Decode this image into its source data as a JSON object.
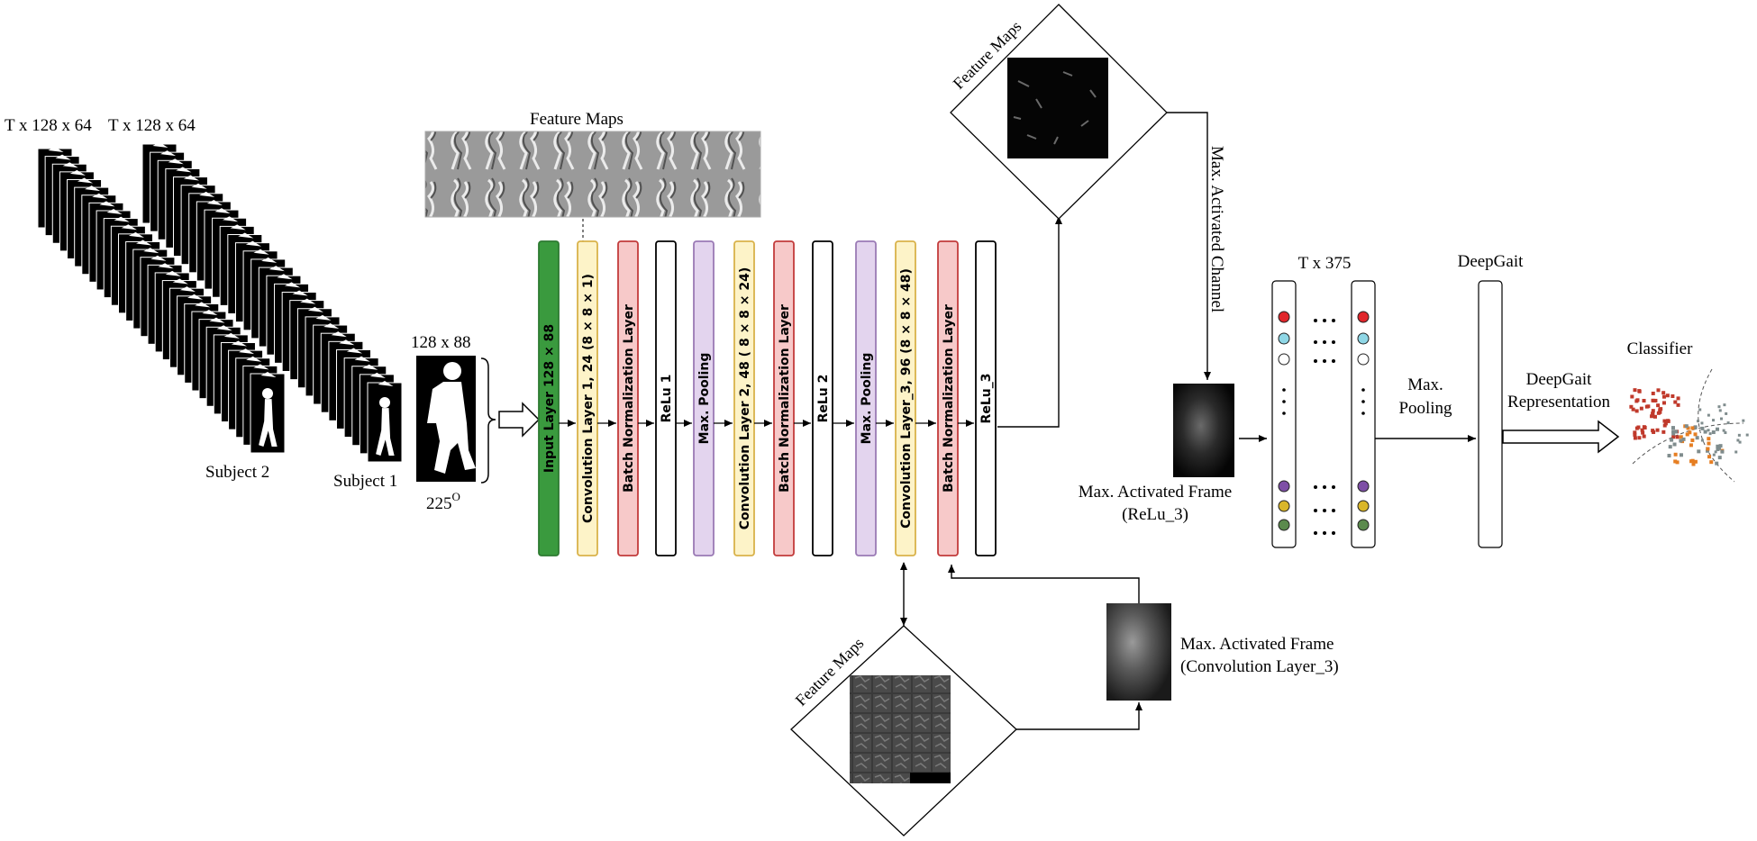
{
  "labels": {
    "t1": "T x 128 x 64",
    "t2": "T x 128 x 64",
    "subject2": "Subject 2",
    "subject1": "Subject 1",
    "input_size": "128 x 88",
    "angle": "225",
    "angle_sup": "O",
    "feature_maps_top": "Feature Maps",
    "feature_maps_diamond_top": "Feature Maps",
    "feature_maps_diamond_bottom": "Feature Maps",
    "max_activated_channel": "Max. Activated Channel",
    "max_activated_frame_relu": "Max. Activated Frame",
    "max_activated_frame_relu_sub": "(ReLu_3)",
    "max_activated_frame_conv": "Max. Activated Frame",
    "max_activated_frame_conv_sub": "(Convolution Layer_3)",
    "t375": "T x 375",
    "max_pooling_1": "Max.",
    "max_pooling_2": "Pooling",
    "deepgait": "DeepGait",
    "deepgait_rep_1": "DeepGait",
    "deepgait_rep_2": "Representation",
    "classifier": "Classifier"
  },
  "layers": [
    {
      "label": "Input Layer 128 × 88",
      "fill": "#3a9a3e",
      "stroke": "#2d7a31"
    },
    {
      "label": "Convolution Layer 1,  24  (8 × 8 × 1)",
      "fill": "#fdf3c8",
      "stroke": "#d9b24a"
    },
    {
      "label": "Batch Normalization Layer",
      "fill": "#f7c9c9",
      "stroke": "#c23b3b"
    },
    {
      "label": "ReLu 1",
      "fill": "#ffffff",
      "stroke": "#000000"
    },
    {
      "label": "Max. Pooling",
      "fill": "#e3d4ee",
      "stroke": "#9a7ab5"
    },
    {
      "label": "Convolution Layer 2,  48  ( 8 × 8 × 24)",
      "fill": "#fdf3c8",
      "stroke": "#d9b24a"
    },
    {
      "label": "Batch Normalization Layer",
      "fill": "#f7c9c9",
      "stroke": "#c23b3b"
    },
    {
      "label": "ReLu 2",
      "fill": "#ffffff",
      "stroke": "#000000"
    },
    {
      "label": "Max. Pooling",
      "fill": "#e3d4ee",
      "stroke": "#9a7ab5"
    },
    {
      "label": "Convolution Layer_3,  96  (8 × 8 × 48)",
      "fill": "#fdf3c8",
      "stroke": "#d9b24a"
    },
    {
      "label": "Batch Normalization Layer",
      "fill": "#f7c9c9",
      "stroke": "#c23b3b"
    },
    {
      "label": "ReLu_3",
      "fill": "#ffffff",
      "stroke": "#000000"
    }
  ],
  "dot_colors": [
    "#e0262b",
    "#8fd7e6",
    "#ffffff",
    "#7e4fa6",
    "#d9b62a",
    "#5b8a4d"
  ],
  "colors": {
    "classifier_red": "#c0392b",
    "classifier_orange": "#e67e22",
    "classifier_gray": "#7f8c8d"
  }
}
